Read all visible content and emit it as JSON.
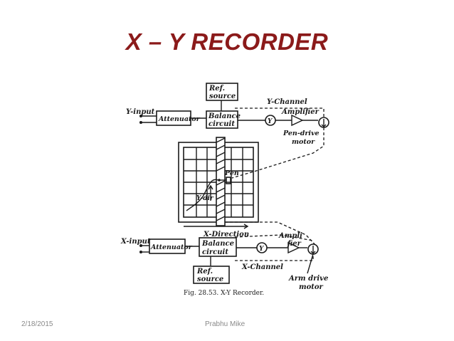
{
  "slide": {
    "title": "X – Y RECORDER",
    "footer_date": "2/18/2015",
    "footer_author": "Prabhu Mike"
  },
  "diagram": {
    "ref_source_top": [
      "Ref.",
      "source"
    ],
    "y_channel": "Y-Channel",
    "y_input": "Y-input",
    "attenuator_top": "Attenuator",
    "balance_top": [
      "Balance",
      "circuit"
    ],
    "y_symbol_top": "Y",
    "amplifier_top": "Amplifier",
    "pen_drive_motor": [
      "Pen-drive",
      "motor"
    ],
    "pen": "Pen",
    "y_dir": "Y-dir",
    "x_direction": "X-Direction",
    "x_input": "X-input",
    "attenuator_bottom": "Attenuator",
    "balance_bottom": [
      "Balance",
      "circuit"
    ],
    "y_symbol_bottom": "Y",
    "amplifier_bottom": [
      "Ampli",
      "fier"
    ],
    "ref_source_bottom": [
      "Ref.",
      "source"
    ],
    "x_channel": "X-Channel",
    "arm_drive_motor": [
      "Arm drive",
      "motor"
    ],
    "caption": "Fig. 28.53. X-Y Recorder."
  }
}
